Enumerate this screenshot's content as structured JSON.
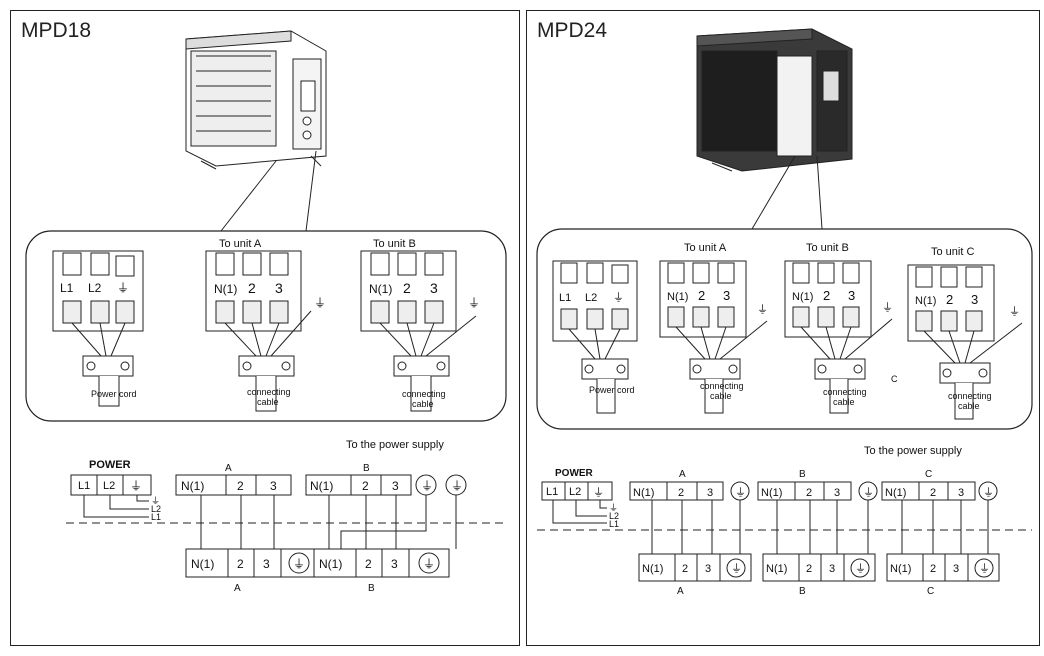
{
  "left": {
    "title": "MPD18",
    "labels": {
      "to_unit_a": "To unit A",
      "to_unit_b": "To unit B",
      "power_cord": "Power cord",
      "connecting": "connecting",
      "cable": "cable",
      "to_power_supply": "To the power supply",
      "power": "POWER",
      "a_top": "A",
      "b_top": "B",
      "a_bottom": "A",
      "b_bottom": "B"
    }
  },
  "right": {
    "title": "MPD24",
    "labels": {
      "to_unit_a": "To unit A",
      "to_unit_b": "To unit B",
      "to_unit_c": "To unit C",
      "power_cord": "Power cord",
      "connecting": "connecting",
      "cable": "cable",
      "c_mark": "C",
      "to_power_supply": "To the power supply",
      "power": "POWER",
      "a_top": "A",
      "b_top": "B",
      "c_top": "C",
      "a_bottom": "A",
      "b_bottom": "B",
      "c_bottom": "C"
    }
  },
  "terminals": {
    "l1": "L1",
    "l2": "L2",
    "n1": "N(1)",
    "t2": "2",
    "t3": "3"
  },
  "wire_labels": {
    "ground": "⏚",
    "l2": "L2",
    "l1": "L1"
  },
  "icons": {
    "ground_symbol": "ground-icon",
    "screw": "screw-icon"
  },
  "colors": {
    "line": "#222222",
    "shade": "#cccccc",
    "unit_dark": "#2a2a2a"
  }
}
